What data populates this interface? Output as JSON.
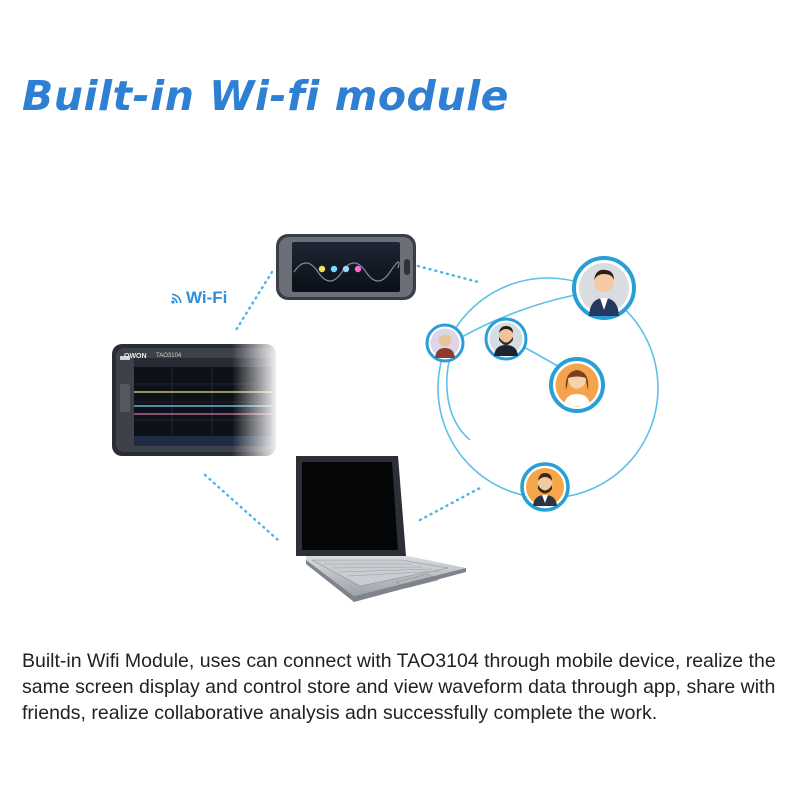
{
  "title": "Built-in Wi-fi module",
  "wifi_label": "Wi-Fi",
  "tablet": {
    "brand": "OWON",
    "model": "TAO3104"
  },
  "description": "Built-in Wifi Module, uses can connect with TAO3104 through mobile device, realize the same screen display and control store and view waveform data through app, share with friends, realize collaborative analysis adn successfully complete the work.",
  "colors": {
    "title": "#2f7fd2",
    "network": "#4db3e6",
    "avatar_ring": "#2a9fd6"
  },
  "icons": [
    "wifi-icon",
    "smartphone-icon",
    "tablet-oscilloscope-icon",
    "laptop-icon",
    "person-avatar-icon"
  ]
}
